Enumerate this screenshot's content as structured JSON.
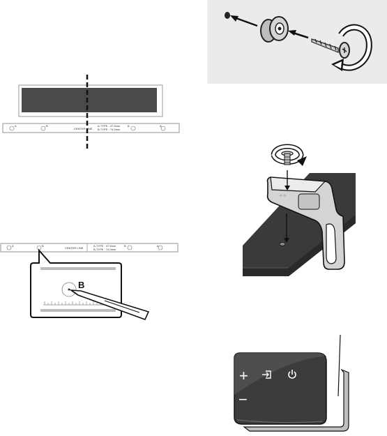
{
  "template_strip": {
    "labels": [
      "A",
      "B",
      "B",
      "A"
    ],
    "center_text": "CENTER LINE",
    "type_a": "A-TYPE : 47.5mm",
    "type_b": "B-TYPE : 74.0mm"
  },
  "callout": {
    "label": "B"
  },
  "remote_buttons": {
    "plus": "+",
    "minus": "−"
  },
  "icons": [
    "screw-anchor-icon",
    "rotate-arrow-icon",
    "input-source-icon",
    "power-icon"
  ],
  "colors": {
    "soundbar": "#4a4a4a",
    "shelf": "#3a3a3a",
    "remote_body": "#3c3c3c",
    "panel_bg": "#ebebeb"
  }
}
